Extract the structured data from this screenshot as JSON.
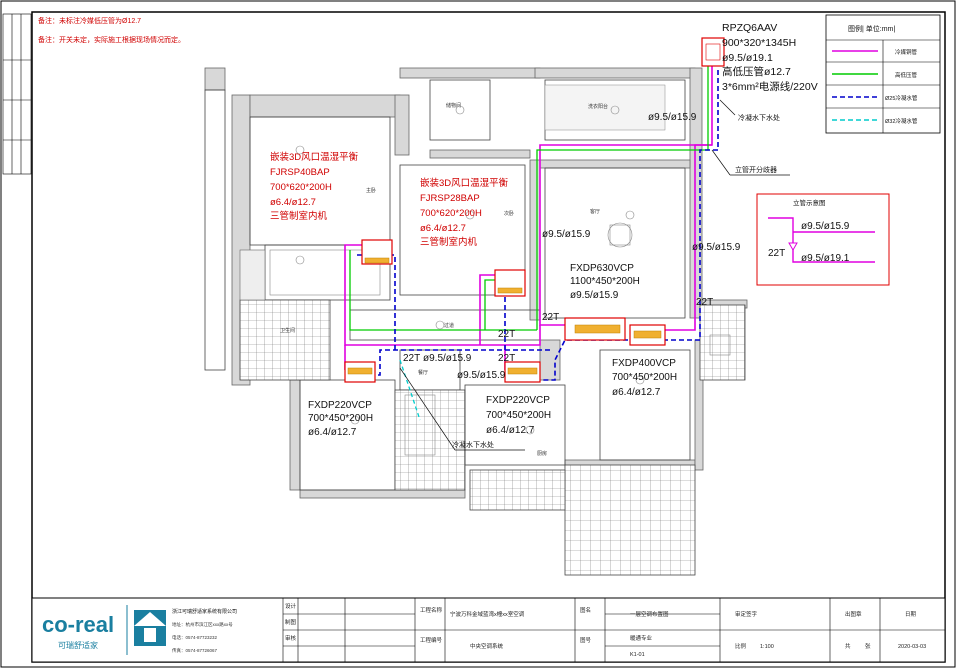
{
  "notes": {
    "line1": "备注：未标注冷媒低压管为Ø12.7",
    "line2": "备注：开关未定，实际施工根据现场情况而定。"
  },
  "outdoor_unit": {
    "model": "RPZQ6AAV",
    "size": "900*320*1345H",
    "pipe": "ø9.5/ø19.1",
    "low_pressure": "高低压管ø12.7",
    "power": "3*6mm²电源线/220V"
  },
  "callouts": {
    "drain_top": "冷凝水下水处",
    "branch": "立管开分歧器",
    "drain_bottom": "冷凝水下水处"
  },
  "legend": {
    "title": "图例| 单位:mm|",
    "items": [
      {
        "label": "冷媒铜管",
        "color": "#e000e0",
        "style": "solid"
      },
      {
        "label": "高低压管",
        "color": "#00cc00",
        "style": "solid"
      },
      {
        "label": "Ø25冷凝水管",
        "color": "#0000cc",
        "style": "dashed"
      },
      {
        "label": "Ø32冷凝水管",
        "color": "#00cccc",
        "style": "dashed"
      }
    ]
  },
  "riser": {
    "title": "立管示意图",
    "top": "ø9.5/ø15.9",
    "mid": "22T",
    "bottom": "ø9.5/ø19.1"
  },
  "units": {
    "u1": {
      "l1": "嵌装3D风口温湿平衡",
      "l2": "FJRSP40BAP",
      "l3": "700*620*200H",
      "l4": "ø6.4/ø12.7",
      "l5": "三管制室内机"
    },
    "u2": {
      "l1": "嵌装3D风口温湿平衡",
      "l2": "FJRSP28BAP",
      "l3": "700*620*200H",
      "l4": "ø6.4/ø12.7",
      "l5": "三管制室内机"
    },
    "u3": {
      "l1": "FXDP630VCP",
      "l2": "1100*450*200H",
      "l3": "ø9.5/ø15.9"
    },
    "u4": {
      "l1": "FXDP400VCP",
      "l2": "700*450*200H",
      "l3": "ø6.4/ø12.7"
    },
    "u5": {
      "l1": "FXDP220VCP",
      "l2": "700*450*200H",
      "l3": "ø6.4/ø12.7"
    },
    "u6": {
      "l1": "FXDP220VCP",
      "l2": "700*450*200H",
      "l3": "ø6.4/ø12.7"
    }
  },
  "pipe_labels": {
    "p_top": "ø9.5/ø15.9",
    "p_right": "ø9.5/ø15.9",
    "p_mid": "ø9.5/ø15.9",
    "p_hall": "ø9.5/ø15.9",
    "p_low": "ø9.5/ø15.9",
    "t1": "22T",
    "t2": "22T",
    "t3": "22T",
    "t4": "22T",
    "t5": "22T"
  },
  "rooms": {
    "r_storage": "储物间",
    "r_laundry": "洗衣阳台",
    "r_bed1": "主卧",
    "r_bed2": "次卧",
    "r_living": "客厅",
    "r_corridor": "过道",
    "r_bath": "卫生间",
    "r_kitchen": "厨房",
    "r_dining": "餐厅"
  },
  "titleblock": {
    "logo": "co-real",
    "logo_sub": "可瑞舒适家",
    "company": "浙江可瑞舒适家系统有限公司",
    "addr": "地址：杭州市滨江区xxx路xx号",
    "tel": "电话：0574-87723232",
    "fax": "传真：0574-87726067",
    "c1": "设计",
    "c2": "制图",
    "c3": "审核",
    "c4": "工程名称",
    "c5": "工程编号",
    "c6": "图名",
    "c7": "图号",
    "project": "宁波万科金域蓝湾x幢xx室空调",
    "plan_name": "中央空调系统",
    "drawing": "一层空调布置图",
    "drawing2": "暖通专业",
    "sheet_no": "K1-01",
    "c8": "审定签字",
    "c9": "比例",
    "c10": "日期",
    "scale": "1:100",
    "date": "2020-03-03",
    "c11": "出图章",
    "c12": "张",
    "c13": "共"
  }
}
